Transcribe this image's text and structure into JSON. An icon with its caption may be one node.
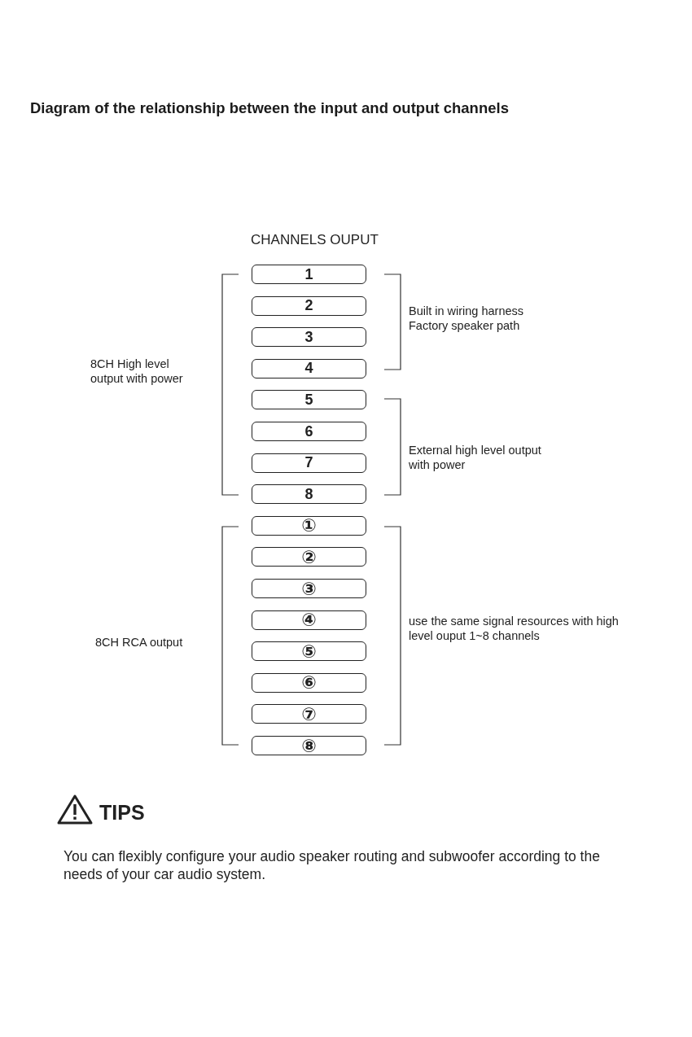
{
  "diagram": {
    "title": "Diagram of the relationship between the input and output channels",
    "nodes": [
      {
        "text": [
          "1"
        ]
      },
      {
        "text": [
          "2"
        ]
      },
      {
        "text": [
          "3"
        ]
      },
      {
        "text": [
          "4"
        ]
      },
      {
        "text": [
          "5"
        ]
      },
      {
        "text": [
          "6"
        ]
      },
      {
        "text": [
          "7"
        ]
      },
      {
        "text": [
          "8"
        ]
      },
      {
        "text": [
          "①"
        ]
      },
      {
        "text": [
          "②"
        ]
      },
      {
        "text": [
          "③"
        ]
      },
      {
        "text": [
          "④"
        ]
      },
      {
        "text": [
          "⑤"
        ]
      },
      {
        "text": [
          "⑥"
        ]
      },
      {
        "text": [
          "⑦"
        ]
      },
      {
        "text": [
          "⑧"
        ]
      }
    ],
    "labels": [
      "CHANNELS OUPUT",
      "8CH High level output with power",
      "Built in wiring harness Factory speaker path",
      "External high level output with power",
      "8CH RCA output",
      "use the same signal resources with high level ouput 1~8 channels",
      "TIPS",
      "You can flexibly configure your audio speaker routing and subwoofer according to the needs of your car audio system."
    ]
  }
}
